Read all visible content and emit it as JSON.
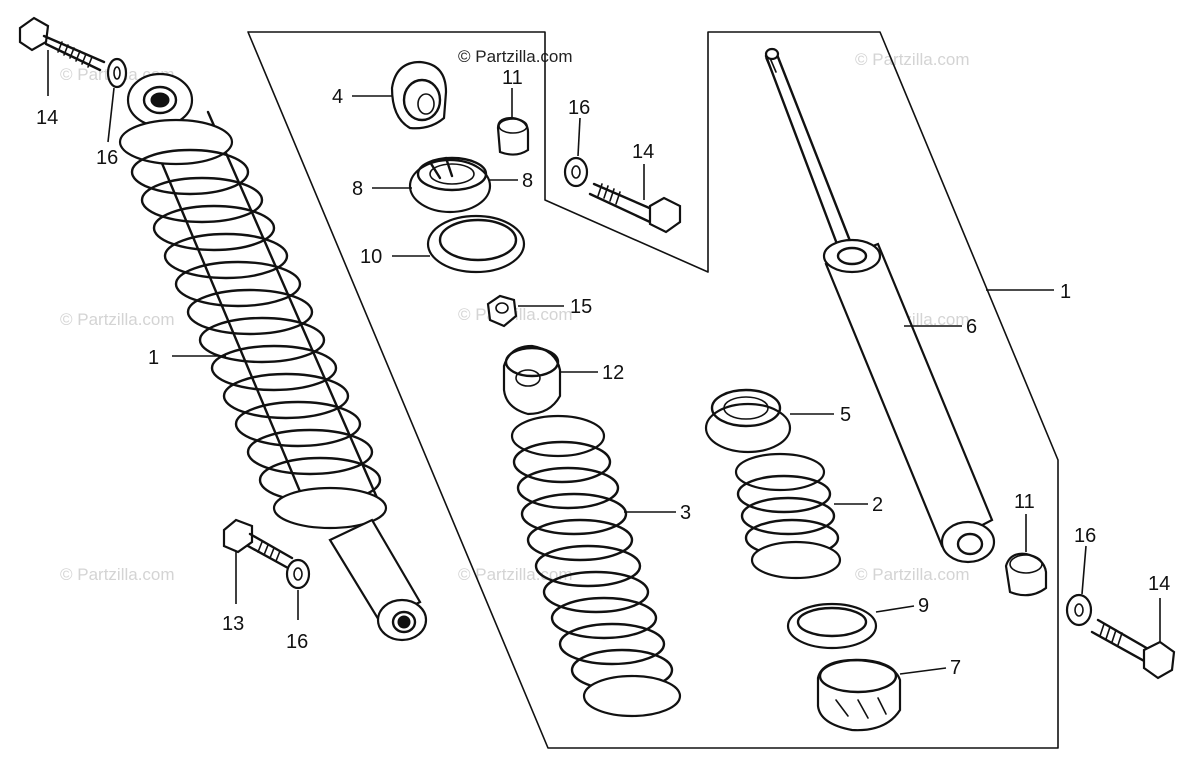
{
  "copyright_text": "© Partzilla.com",
  "watermark_text": "© Partzilla.com",
  "ink_color": "#111111",
  "callouts": {
    "left_bolt_top": "14",
    "left_washer_top": "16",
    "left_shock_absorber": "1",
    "left_bolt_bottom": "13",
    "left_washer_bottom": "16",
    "upper_rubber": "4",
    "collar_upper": "11",
    "washer_upper_right": "16",
    "bolt_upper_right": "14",
    "spring_seat_stopper_left": "8",
    "spring_seat_stopper_right": "8",
    "spring_seat": "10",
    "nut": "15",
    "stopper_rubber": "12",
    "spring_long": "3",
    "spring_guide": "5",
    "spring_short": "2",
    "damper_unit": "6",
    "assembly_bracket": "1",
    "collar_lower": "11",
    "washer_lower_right": "16",
    "bolt_lower_right": "14",
    "lower_spring_seat": "9",
    "adjuster": "7"
  }
}
